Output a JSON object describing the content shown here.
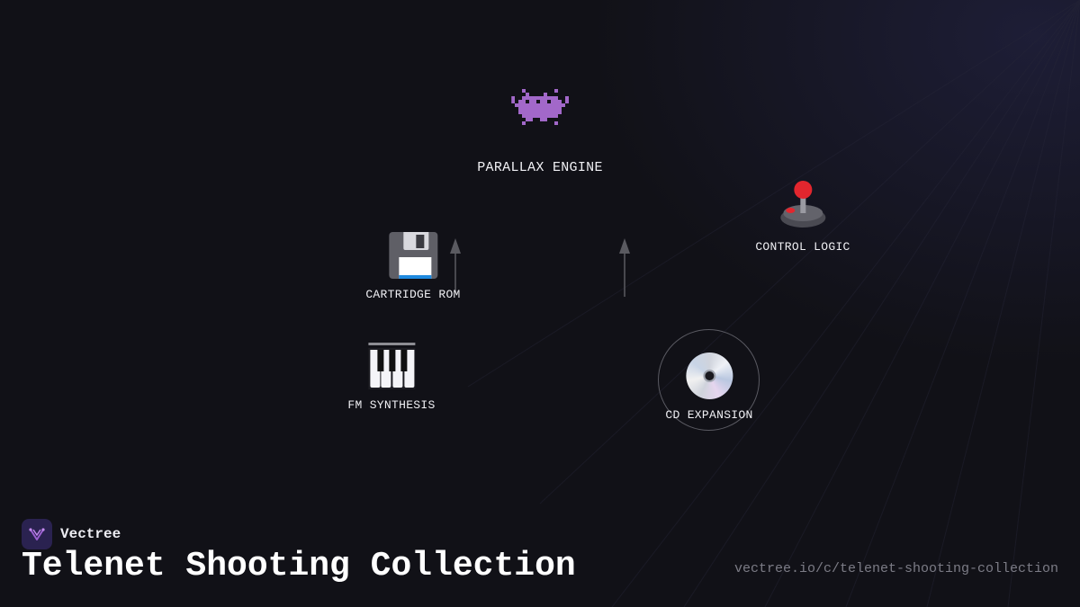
{
  "diagram": {
    "nodes": [
      {
        "id": "engine",
        "label": "PARALLAX ENGINE",
        "icon": "space-invader-icon"
      },
      {
        "id": "cart",
        "label": "CARTRIDGE ROM",
        "icon": "floppy-disk-icon"
      },
      {
        "id": "ctrl",
        "label": "CONTROL LOGIC",
        "icon": "joystick-icon"
      },
      {
        "id": "fm",
        "label": "FM SYNTHESIS",
        "icon": "piano-keys-icon"
      },
      {
        "id": "cd",
        "label": "CD EXPANSION",
        "icon": "optical-disc-icon"
      }
    ],
    "edges": [
      {
        "from": "cart",
        "to": "engine"
      },
      {
        "from": "cd",
        "to": "engine"
      }
    ],
    "highlighted_node": "cd"
  },
  "footer": {
    "brand": "Vectree",
    "title": "Telenet Shooting Collection",
    "url": "vectree.io/c/telenet-shooting-collection"
  },
  "colors": {
    "background": "#111117",
    "accent": "#a268c9",
    "text": "#f0f0f4",
    "muted": "#7c7c86",
    "connector": "#5a5a60"
  }
}
